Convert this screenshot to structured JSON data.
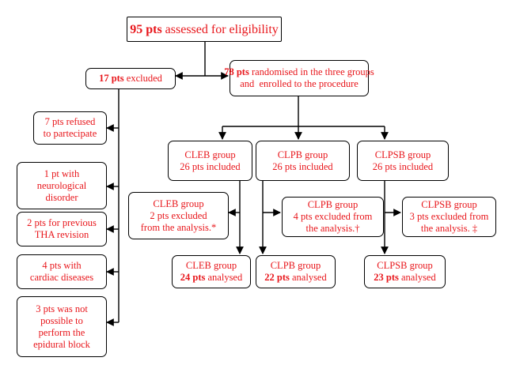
{
  "eligibility": {
    "bold": "95 pts",
    "rest": " assessed for eligibility"
  },
  "excluded": {
    "bold": "17 pts",
    "rest": " excluded"
  },
  "randomised": {
    "line1_bold": "78 pts",
    "line1_rest": " randomised in the three groups",
    "line2": "and  enrolled to the procedure"
  },
  "exclusion_reasons": [
    {
      "lines": [
        "7 pts refused",
        "to partecipate"
      ]
    },
    {
      "lines": [
        "1 pt with",
        "neurological",
        "disorder"
      ]
    },
    {
      "lines": [
        "2 pts for previous",
        "THA revision"
      ]
    },
    {
      "lines": [
        "4 pts with",
        "cardiac diseases"
      ]
    },
    {
      "lines": [
        "3 pts was not",
        "possible to",
        "perform the",
        "epidural block"
      ]
    }
  ],
  "groups": [
    {
      "line1": "CLEB group",
      "line2": "26 pts included"
    },
    {
      "line1": "CLPB group",
      "line2": "26 pts included"
    },
    {
      "line1": "CLPSB group",
      "line2": "26 pts included"
    }
  ],
  "group_exclusions": [
    {
      "line1": "CLEB group",
      "line2": "2 pts excluded",
      "line3": "from the analysis.*"
    },
    {
      "line1": "CLPB group",
      "line2": "4 pts excluded from",
      "line3": "the analysis.†"
    },
    {
      "line1": "CLPSB group",
      "line2": "3 pts excluded from",
      "line3": "the analysis. ‡"
    }
  ],
  "analysed": [
    {
      "line1": "CLEB group",
      "bold": "24 pts",
      "rest": " analysed"
    },
    {
      "line1": "CLPB group",
      "bold": "22 pts",
      "rest": " analysed"
    },
    {
      "line1": "CLPSB group",
      "bold": "23 pts",
      "rest": " analysed"
    }
  ],
  "colors": {
    "text": "#e8161b",
    "border": "#000000",
    "background": "#ffffff"
  }
}
